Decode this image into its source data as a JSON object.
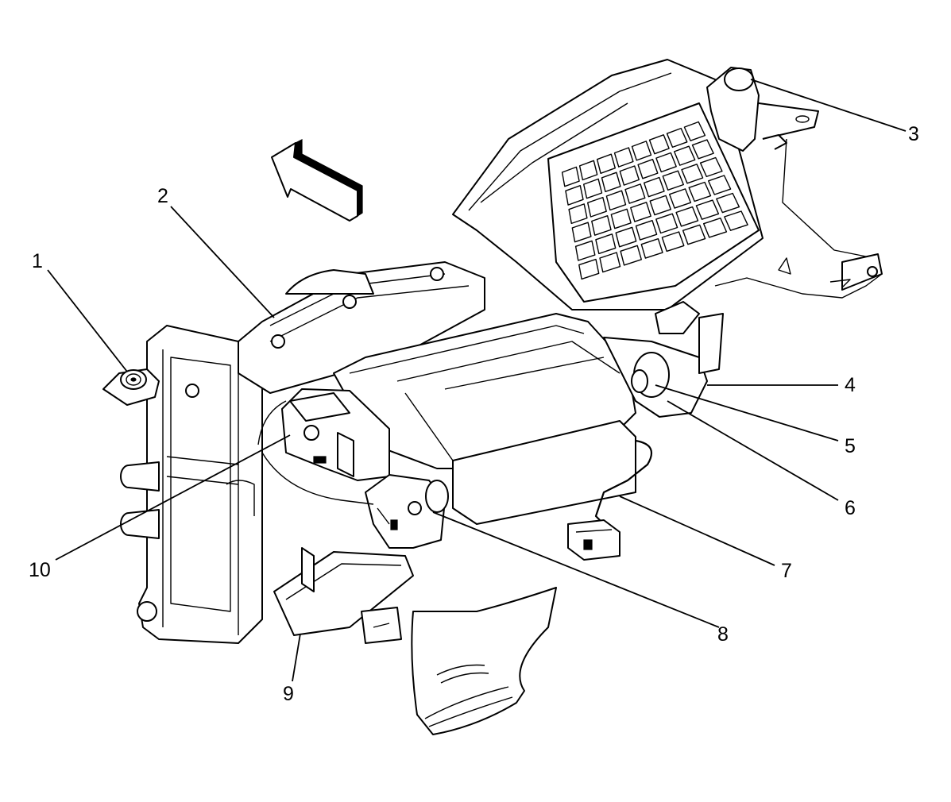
{
  "callouts": [
    {
      "id": "1",
      "text": "1"
    },
    {
      "id": "2",
      "text": "2"
    },
    {
      "id": "3",
      "text": "3"
    },
    {
      "id": "4",
      "text": "4"
    },
    {
      "id": "5",
      "text": "5"
    },
    {
      "id": "6",
      "text": "6"
    },
    {
      "id": "7",
      "text": "7"
    },
    {
      "id": "8",
      "text": "8"
    },
    {
      "id": "9",
      "text": "9"
    },
    {
      "id": "10",
      "text": "10"
    }
  ],
  "colors": {
    "line": "#000000",
    "background": "#ffffff"
  }
}
